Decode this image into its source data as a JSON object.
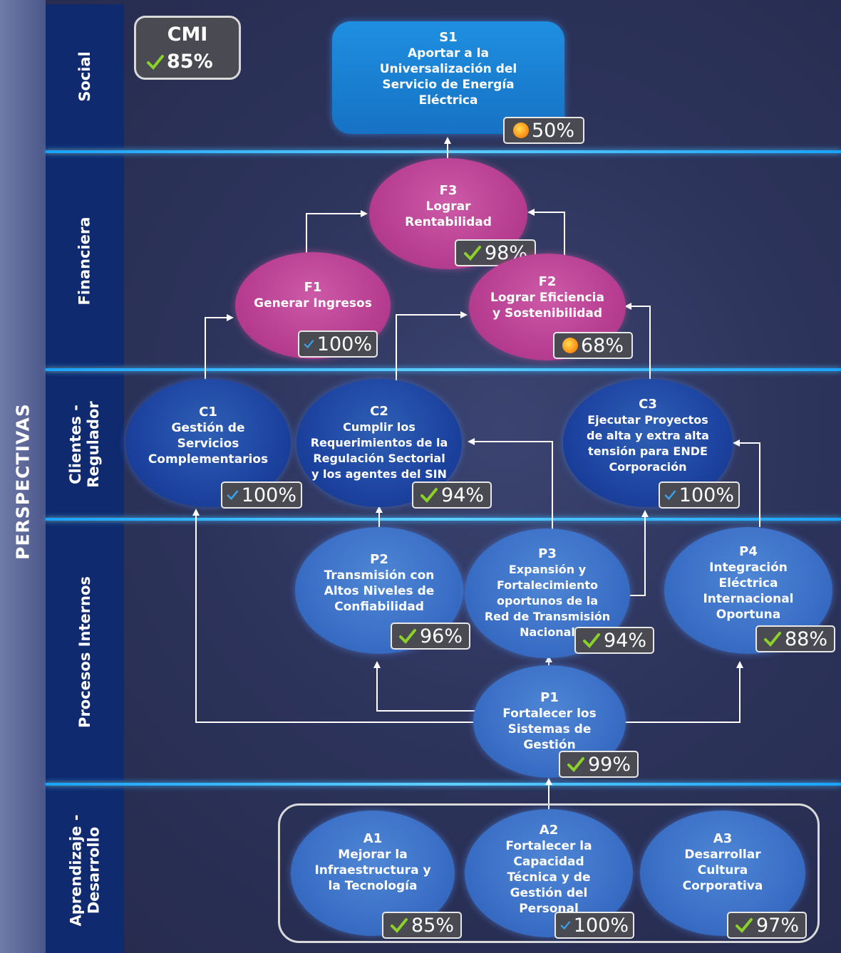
{
  "sidebar": {
    "title": "PERSPECTIVAS"
  },
  "lanes": {
    "social": "Social",
    "financiera": "Financiera",
    "clientes_1": "Clientes -",
    "clientes_2": "Regulador",
    "procesos": "Procesos Internos",
    "aprendizaje_1": "Aprendizaje -",
    "aprendizaje_2": "Desarrollo"
  },
  "cmi": {
    "label": "CMI",
    "value": "85%",
    "status": "check"
  },
  "nodes": {
    "S1": {
      "code": "S1",
      "text": "Aportar a la Universalización del Servicio de Energía Eléctrica",
      "value": "50%",
      "status": "warning"
    },
    "F3": {
      "code": "F3",
      "text": "Lograr Rentabilidad",
      "value": "98%",
      "status": "check"
    },
    "F1": {
      "code": "F1",
      "text": "Generar Ingresos",
      "value": "100%",
      "status": "check"
    },
    "F2": {
      "code": "F2",
      "text": "Lograr Eficiencia y Sostenibilidad",
      "value": "68%",
      "status": "warning"
    },
    "C1": {
      "code": "C1",
      "text": "Gestión de Servicios Complementarios",
      "value": "100%",
      "status": "check"
    },
    "C2": {
      "code": "C2",
      "text": "Cumplir los Requerimientos de la Regulación Sectorial y los agentes del SIN",
      "value": "94%",
      "status": "check"
    },
    "C3": {
      "code": "C3",
      "text": "Ejecutar Proyectos de alta y extra alta tensión para ENDE Corporación",
      "value": "100%",
      "status": "check"
    },
    "P2": {
      "code": "P2",
      "text": "Transmisión con Altos Niveles de Confiabilidad",
      "value": "96%",
      "status": "check"
    },
    "P3": {
      "code": "P3",
      "text": "Expansión y Fortalecimiento oportunos de la Red de Transmisión Nacional",
      "value": "94%",
      "status": "check"
    },
    "P4": {
      "code": "P4",
      "text": "Integración Eléctrica Internacional Oportuna",
      "value": "88%",
      "status": "check"
    },
    "P1": {
      "code": "P1",
      "text": "Fortalecer los Sistemas de Gestión",
      "value": "99%",
      "status": "check"
    },
    "A1": {
      "code": "A1",
      "text": "Mejorar la Infraestructura y la Tecnología",
      "value": "85%",
      "status": "check"
    },
    "A2": {
      "code": "A2",
      "text": "Fortalecer la Capacidad Técnica y de Gestión del Personal",
      "value": "100%",
      "status": "check"
    },
    "A3": {
      "code": "A3",
      "text": "Desarrollar Cultura Corporativa",
      "value": "97%",
      "status": "check"
    }
  },
  "colors": {
    "check": "#8bd12a",
    "check_blue": "#3aa0e8",
    "warning": "#ff9a1a",
    "separator": "#1aa3ff"
  }
}
